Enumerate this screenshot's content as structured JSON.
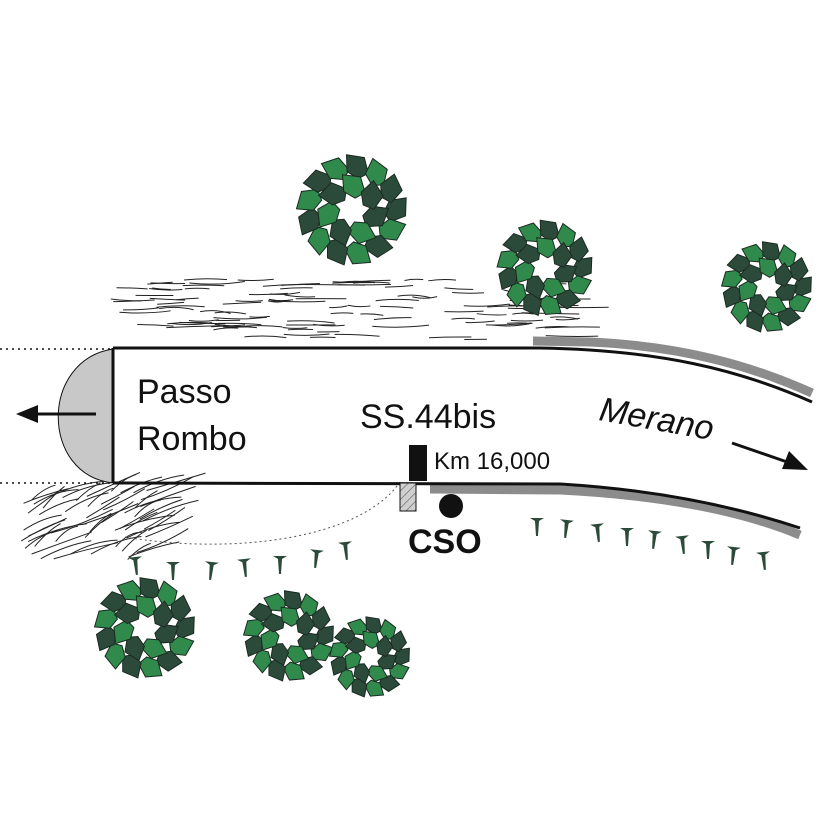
{
  "labels": {
    "passo_line1": "Passo",
    "passo_line2": "Rombo",
    "road": "SS.44bis",
    "km": "Km 16,000",
    "station": "CSO",
    "destination": "Merano"
  },
  "colors": {
    "foliage_dark": "#2b4a3a",
    "foliage_light": "#2f8a4c",
    "rail_gray": "#8c8c8c",
    "tunnel_gray": "#c8c8c8",
    "ink": "#111111"
  },
  "icons": {
    "tree": "tree-icon",
    "shrub": "shrub-icon",
    "arrow": "arrow-icon",
    "marker": "km-marker-icon",
    "station": "station-dot-icon"
  }
}
